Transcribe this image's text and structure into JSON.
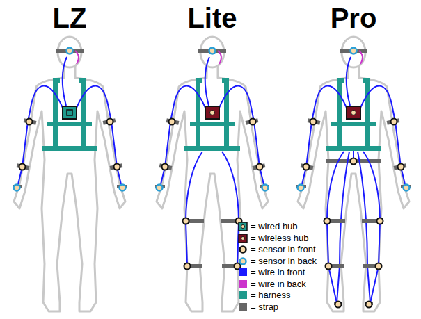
{
  "diagram": {
    "labels": [
      "LZ",
      "Lite",
      "Pro"
    ],
    "legend": [
      {
        "text": "= wired hub"
      },
      {
        "text": "= wireless hub"
      },
      {
        "text": "= sensor in front"
      },
      {
        "text": "= sensor in back"
      },
      {
        "text": "= wire in front",
        "color": "#1a1aff"
      },
      {
        "text": "= wire in back",
        "color": "#cc33cc"
      },
      {
        "text": "= harness",
        "color": "#1f9a8c"
      },
      {
        "text": "= strap",
        "color": "#666666"
      }
    ]
  }
}
